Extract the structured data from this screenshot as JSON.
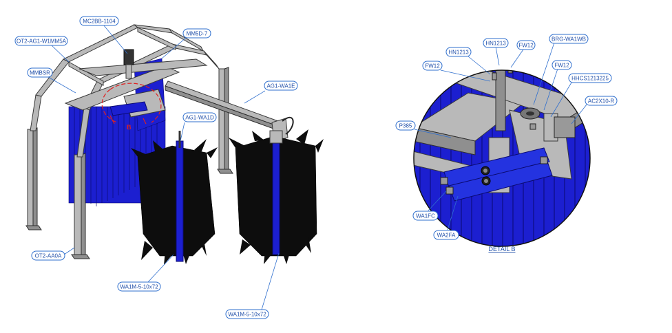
{
  "callouts": {
    "mc2bb": "MC2BB-1104",
    "ot2_ag1": "OT2-AG1-W1MM5A",
    "mm5d7": "MM5D-7",
    "mmbsr": "MMBSR",
    "ag1_wa1e": "AG1-WA1E",
    "ag1_wa1d": "AG1-WA1D",
    "ot2_aa0a": "OT2-AA0A",
    "wa1m_left": "WA1M-5-10x72",
    "wa1m_right": "WA1M-5-10x72",
    "hn1213_top": "HN1213",
    "fw12_top": "FW12",
    "hn1213_left": "HN1213",
    "brg": "BRG-WA1WB",
    "fw12_left": "FW12",
    "fw12_right": "FW12",
    "hhcs": "HHCS1213225",
    "ac2x10": "AC2X10-R",
    "p385": "P385",
    "wa1fc": "WA1FC",
    "wa2fa": "WA2FA"
  },
  "detail_marker": "B",
  "detail_title": "DETAIL  B",
  "colors": {
    "callout_stroke": "#2f6fce",
    "callout_text": "#1f4ea8",
    "cloth_blue": "#1c1fd0",
    "frame_grey": "#b9b9b9",
    "brush_black": "#0d0d0d",
    "detail_circle": "#e02020"
  }
}
